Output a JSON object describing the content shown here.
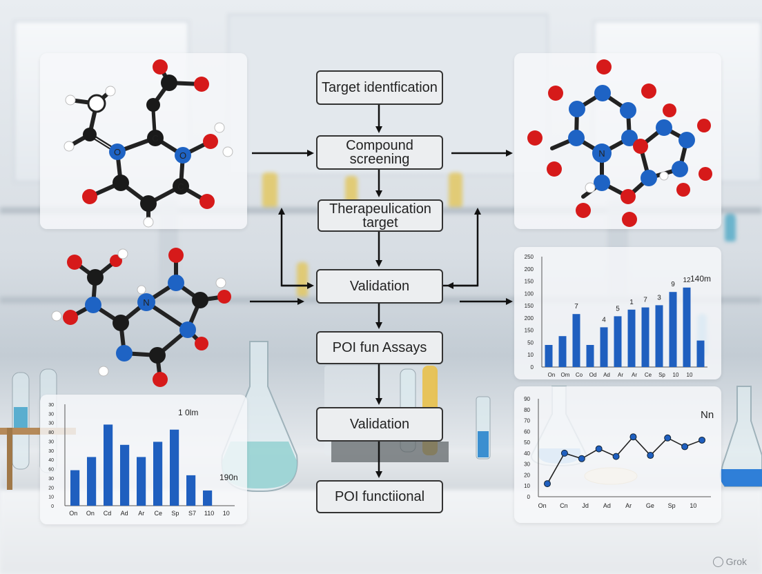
{
  "flow": {
    "steps": [
      "Target identfication",
      "Compound screening",
      "Therapeulication target",
      "Validation",
      "POI fun Assays",
      "Validation",
      "POI functiional"
    ]
  },
  "molecules": {
    "top_left_atoms": [
      "O",
      "C",
      "O",
      "C"
    ],
    "middle_left_atoms": [
      "N"
    ],
    "top_right_atoms": [
      "N"
    ]
  },
  "chart_data": [
    {
      "type": "bar",
      "position": "right-middle",
      "yticks": [
        "250",
        "200",
        "150",
        "100",
        "150",
        "200",
        "150",
        "50",
        "10",
        "0"
      ],
      "categories": [
        "On",
        "Om",
        "Co",
        "Od",
        "Ad",
        "Ar",
        "Ar",
        "Ce",
        "Sp",
        "10",
        "10"
      ],
      "values": [
        50,
        70,
        120,
        50,
        90,
        115,
        130,
        135,
        140,
        170,
        180,
        60
      ],
      "ylim": [
        0,
        250
      ],
      "bar_labels": [
        "7",
        "4",
        "5",
        "1",
        "7",
        "3",
        "9",
        "12"
      ],
      "annotation": "140m",
      "color": "#1f5fbf"
    },
    {
      "type": "bar",
      "position": "bottom-left",
      "yticks": [
        "30",
        "30",
        "30",
        "80",
        "30",
        "30",
        "40",
        "60",
        "30",
        "20",
        "10",
        "0"
      ],
      "categories": [
        "On",
        "On",
        "Cd",
        "Ad",
        "Ar",
        "Ce",
        "Sp",
        "S7",
        "110",
        "10"
      ],
      "values": [
        35,
        48,
        80,
        60,
        48,
        63,
        75,
        30,
        15
      ],
      "ylim": [
        0,
        100
      ],
      "annotations": [
        "1 0lm",
        "190n"
      ],
      "color": "#1f5fbf"
    },
    {
      "type": "line",
      "position": "right-bottom",
      "yticks": [
        "90",
        "80",
        "70",
        "60",
        "50",
        "40",
        "30",
        "20",
        "10",
        "0"
      ],
      "categories": [
        "On",
        "Cn",
        "Jd",
        "Ad",
        "Ar",
        "Ge",
        "Sp",
        "10"
      ],
      "values": [
        12,
        40,
        35,
        44,
        37,
        55,
        38,
        54,
        46,
        52
      ],
      "ylim": [
        0,
        90
      ],
      "annotation": "Nn",
      "color": "#1f5fbf"
    }
  ],
  "watermark": "Grok"
}
